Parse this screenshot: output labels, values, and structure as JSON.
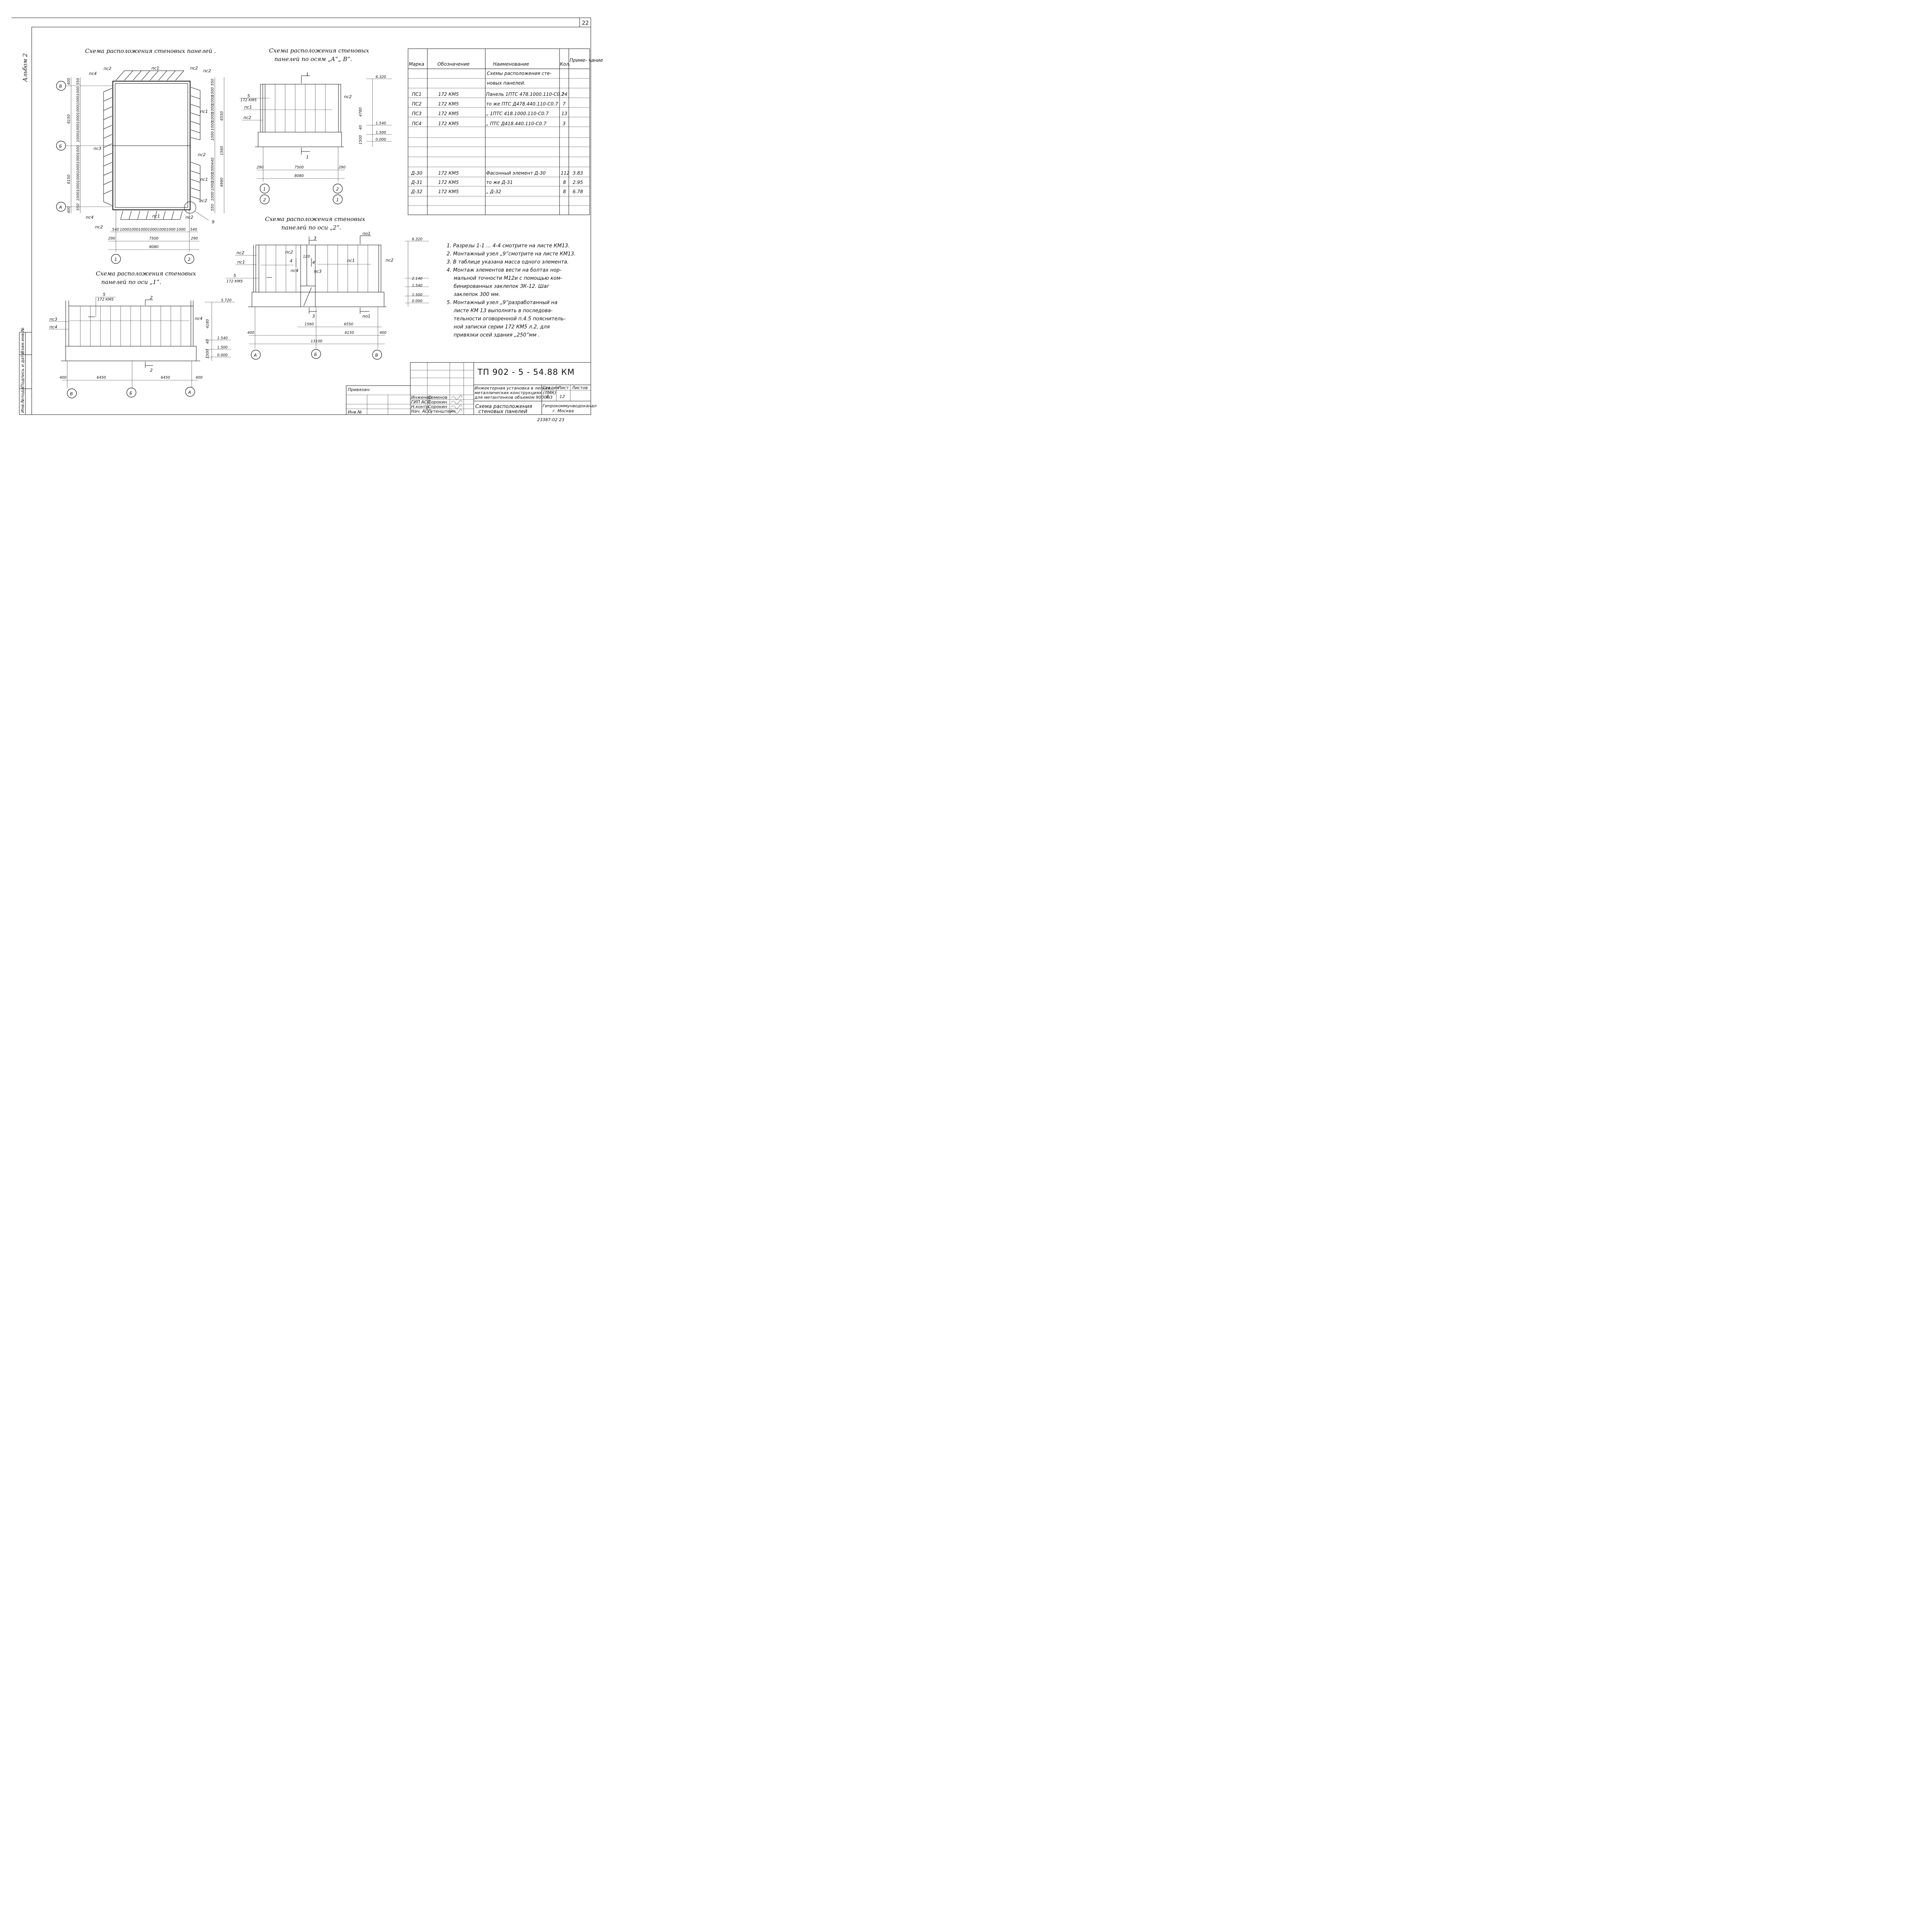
{
  "sheet_number": "22",
  "album_label": "Альбом 2",
  "titles": {
    "plan": "Схема расположения стеновых панелей .",
    "ab_line1": "Схема расположения стеновых",
    "ab_line2": "панелей по осям „А”„ В”.",
    "axis1_line1": "Схема расположения стеновых",
    "axis1_line2": "панелей по оси „1”.",
    "axis2_line1": "Схема расположения стеновых",
    "axis2_line2": "панелей по оси „2”."
  },
  "plan": {
    "axes_left": [
      "В",
      "Б",
      "А"
    ],
    "axes_bottom": [
      "1",
      "2"
    ],
    "labels": {
      "pc1_top": "пс1",
      "pc2_tl": "пс2",
      "pc2_tr": "пс2",
      "pc2_tr2": "пс2",
      "pc4_tl": "пс4",
      "pc1_right_top": "пс1",
      "pc2_right_mid": "пс2",
      "pc1_right_bot": "пс1",
      "pc2_right_bot": "пс2",
      "pc3_left": "пс3",
      "pc4_bl": "пс4",
      "pc2_bl": "пс2",
      "pc1_bottom": "пс1",
      "pc2_br": "пс2",
      "node9": "9"
    },
    "left_dims": [
      "400",
      "550",
      "6150",
      "6150",
      "550",
      "400"
    ],
    "left_panel_dims": [
      "1000",
      "1000",
      "1000",
      "1000",
      "1000",
      "1000",
      "1000",
      "1000",
      "1000",
      "1000",
      "1000",
      "1000"
    ],
    "right_dims": [
      "550",
      "6550",
      "1560",
      "4990",
      "550"
    ],
    "right_panel_dims_top": [
      "1000",
      "1000",
      "1000",
      "1000",
      "1000",
      "1000"
    ],
    "right_small": [
      "440"
    ],
    "right_panel_dims_bot": [
      "1000",
      "1000",
      "1000",
      "1000"
    ],
    "bottom_dims": [
      "540",
      "1000",
      "1000",
      "1000",
      "1000",
      "1000",
      "1000",
      "1000",
      "540"
    ],
    "bottom_overall": [
      "290",
      "7500",
      "290",
      "8080"
    ]
  },
  "view_ab": {
    "elev": [
      "6.320",
      "1.540",
      "1.500",
      "0.000"
    ],
    "vdims": [
      "4780",
      "40",
      "1500"
    ],
    "labels": {
      "five": "5",
      "ref": "172 КМ5",
      "pc1": "пс1",
      "pc2_l": "пс2",
      "pc2_r": "пс2",
      "cut": "1"
    },
    "hdims": [
      "290",
      "7500",
      "290",
      "8080"
    ],
    "axes": [
      "1",
      "2",
      "2",
      "1"
    ]
  },
  "view_1": {
    "elev": [
      "5.720",
      "1.540",
      "1.500",
      "0.000"
    ],
    "vdims": [
      "4180",
      "40",
      "1500"
    ],
    "labels": {
      "five": "5",
      "ref": "172 КМ5",
      "pc3": "пс3",
      "pc4_l": "пс4",
      "pc4_r": "пс4",
      "cut": "2"
    },
    "hdims": [
      "400",
      "6450",
      "6450",
      "400"
    ],
    "axes": [
      "В",
      "Б",
      "А"
    ]
  },
  "view_2": {
    "elev": [
      "6.320",
      "2.140",
      "1.540",
      "1.500",
      "0.000"
    ],
    "labels": {
      "pc2_l": "пс2",
      "pc1_l": "пс1",
      "five": "5",
      "ref": "172 КМ5",
      "pc2_m": "пс2",
      "pc4_m": "пс4",
      "dim120": "120",
      "pc3_m": "пс3",
      "pc1_r": "пс1",
      "pc2_r": "пс2",
      "cut3": "3",
      "cut4": "4",
      "no1_top": "по1",
      "no1_bot": "по1"
    },
    "hdims": [
      "400",
      "1560",
      "6550",
      "6150",
      "400",
      "13100"
    ],
    "axes": [
      "А",
      "Б",
      "В"
    ]
  },
  "spec_table": {
    "headers": [
      "Марка",
      "Обозначение",
      "Наименование",
      "Кол.",
      "Приме-\nчание"
    ],
    "section_title": [
      "Схемы расположения сте-",
      "новых панелей."
    ],
    "rows": [
      {
        "mark": "ПС1",
        "designation": "172 КМ5",
        "name": "Панель 1ПТС 478.1000.110-С0.7",
        "qty": "24",
        "note": ""
      },
      {
        "mark": "ПС2",
        "designation": "172 КМ5",
        "name": "то же ПТС Д478.440.110-С0.7",
        "qty": "7",
        "note": ""
      },
      {
        "mark": "ПС3",
        "designation": "172 КМ5",
        "name": "„ 1ПТС 418.1000.110-С0.7",
        "qty": "13",
        "note": ""
      },
      {
        "mark": "ПС4",
        "designation": "172 КМ5",
        "name": "„ ПТС Д418.440.110-С0.7",
        "qty": "3",
        "note": ""
      },
      {
        "mark": "Д-30",
        "designation": "172 КМ5",
        "name": "Фасонный элемент Д-30",
        "qty": "112",
        "note": "3.83"
      },
      {
        "mark": "Д-31",
        "designation": "172 КМ5",
        "name": "то же Д-31",
        "qty": "8",
        "note": "2.95"
      },
      {
        "mark": "Д-32",
        "designation": "172 КМ5",
        "name": "„ Д-32",
        "qty": "8",
        "note": "6.78"
      }
    ]
  },
  "notes": [
    "1. Разрезы 1-1 ... 4-4 смотрите на листе КМ13.",
    "2. Монтажный узел „9”смотрите на листе КМ13.",
    "3. В таблице указана масса одного элемента.",
    "4. Монтаж элементов вести на болтах нор-",
    "мальной точности М12и с помощью ком-",
    "бинированных заклепок ЗК-12. Шаг",
    "заклепок 300 мм.",
    "5. Монтажный узел „9”разработанный на",
    "листе КМ 13 выполнять в последова-",
    "тельности оговоренной п.4.5 пояснитель-",
    "ной записки серии 172 КМ5 л.2, для",
    "привязки осей здания „250”мм ."
  ],
  "stamp": {
    "code": "ТП 902 - 5 - 54.88 КМ",
    "project": [
      "Инжекторная установка в легких",
      "металлических конструкциях (ЛМК)",
      "для метантенков объемом 9000м3"
    ],
    "stage_hdr": "Стадия",
    "sheet_hdr": "Лист",
    "sheets_hdr": "Листов",
    "stage": "Р",
    "sheet": "12",
    "sheets": "",
    "drawing_title": [
      "Схема расположения",
      "стеновых панелей"
    ],
    "org": [
      "Гипрокоммунводоканал",
      "г. Москва"
    ],
    "roles": [
      "Инженер",
      "ГИП АСО",
      "Н.контр.",
      "Нач. АСО"
    ],
    "names": [
      "Семенов",
      "Сорокин",
      "Сорокин",
      "Гутенштейн"
    ],
    "privyazan": "Привязан:",
    "inv": "Инв.№"
  },
  "side_stamp": [
    "Инв.№подл.",
    "Подпись и дата",
    "Взам.инв.№"
  ],
  "footer_code": "23387-02 23"
}
